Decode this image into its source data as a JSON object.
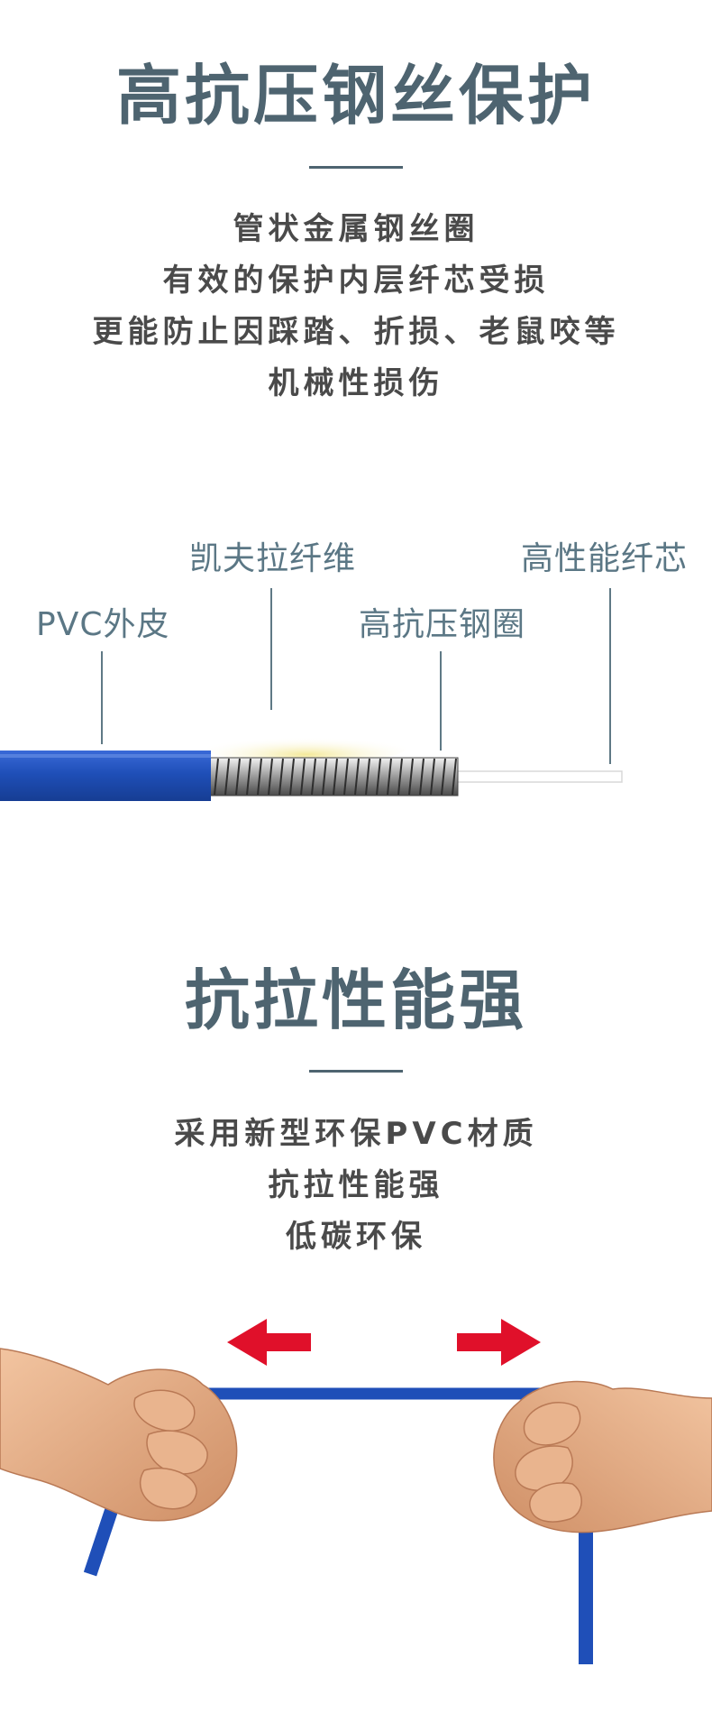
{
  "section1": {
    "title": "高抗压钢丝保护",
    "lines": [
      "管状金属钢丝圈",
      "有效的保护内层纤芯受损",
      "更能防止因踩踏、折损、老鼠咬等",
      "机械性损伤"
    ],
    "labels": {
      "kevlar": "凯夫拉纤维",
      "core": "高性能纤芯",
      "pvc": "PVC外皮",
      "steel": "高抗压钢圈"
    }
  },
  "section2": {
    "title": "抗拉性能强",
    "lines": [
      "采用新型环保PVC材质",
      "抗拉性能强",
      "低碳环保"
    ]
  },
  "colors": {
    "title": "#4e6470",
    "text": "#4a4a4a",
    "label": "#5b7785",
    "cable_blue": "#1f4fb8",
    "arrow_red": "#e0102a",
    "skin": "#e8b08a"
  }
}
